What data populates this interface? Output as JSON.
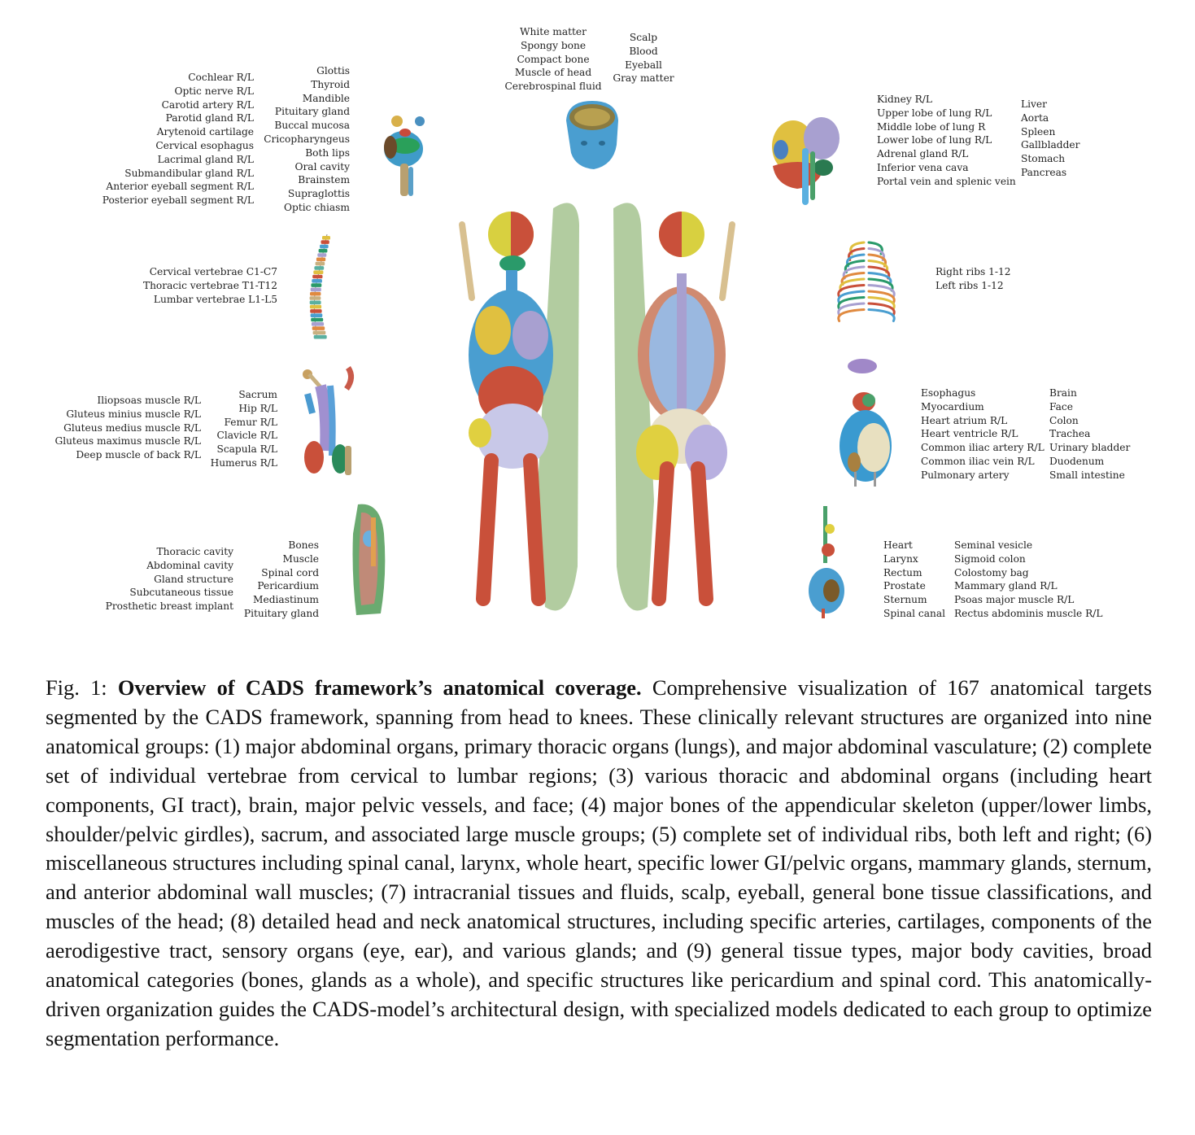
{
  "figure": {
    "groups": {
      "g8a": [
        "Cochlear R/L",
        "Optic nerve R/L",
        "Carotid artery R/L",
        "Parotid gland R/L",
        "Arytenoid cartilage",
        "Cervical esophagus",
        "Lacrimal gland R/L",
        "Submandibular gland R/L",
        "Anterior eyeball segment R/L",
        "Posterior eyeball segment R/L"
      ],
      "g8b": [
        "Glottis",
        "Thyroid",
        "Mandible",
        "Pituitary gland",
        "Buccal mucosa",
        "Cricopharyngeus",
        "Both lips",
        "Oral cavity",
        "Brainstem",
        "Supraglottis",
        "Optic chiasm"
      ],
      "g7a": [
        "White matter",
        "Spongy bone",
        "Compact bone",
        "Muscle of head",
        "Cerebrospinal fluid"
      ],
      "g7b": [
        "Scalp",
        "Blood",
        "Eyeball",
        "Gray matter"
      ],
      "g1a": [
        "Kidney R/L",
        "Upper lobe of lung R/L",
        "Middle lobe of lung R",
        "Lower lobe of lung R/L",
        "Adrenal gland R/L",
        "Inferior vena cava",
        "Portal vein and splenic vein"
      ],
      "g1b": [
        "Liver",
        "Aorta",
        "Spleen",
        "Gallbladder",
        "Stomach",
        "Pancreas"
      ],
      "g2": [
        "Cervical vertebrae C1-C7",
        "Thoracic vertebrae T1-T12",
        "Lumbar vertebrae L1-L5"
      ],
      "g5": [
        "Right ribs 1-12",
        "Left ribs 1-12"
      ],
      "g4a": [
        "Iliopsoas muscle R/L",
        "Gluteus minius muscle R/L",
        "Gluteus medius muscle R/L",
        "Gluteus maximus muscle R/L",
        "Deep muscle of back R/L"
      ],
      "g4b": [
        "Sacrum",
        "Hip R/L",
        "Femur R/L",
        "Clavicle R/L",
        "Scapula R/L",
        "Humerus R/L"
      ],
      "g3a": [
        "Esophagus",
        "Myocardium",
        "Heart atrium R/L",
        "Heart ventricle R/L",
        "Common iliac artery R/L",
        "Common iliac vein R/L",
        "Pulmonary artery"
      ],
      "g3b": [
        "Brain",
        "Face",
        "Colon",
        "Trachea",
        "Urinary bladder",
        "Duodenum",
        "Small intestine"
      ],
      "g9a": [
        "Thoracic cavity",
        "Abdominal cavity",
        "Gland structure",
        "Subcutaneous tissue",
        "Prosthetic breast implant"
      ],
      "g9b": [
        "Bones",
        "Muscle",
        "Spinal cord",
        "Pericardium",
        "Mediastinum",
        "Pituitary gland"
      ],
      "g6a": [
        "Heart",
        "Larynx",
        "Rectum",
        "Prostate",
        "Sternum",
        "Spinal canal"
      ],
      "g6b": [
        "Seminal vesicle",
        "Sigmoid colon",
        "Colostomy bag",
        "Mammary gland R/L",
        "Psoas major muscle R/L",
        "Rectus abdominis muscle R/L"
      ]
    }
  },
  "caption": {
    "prefix": "Fig. 1: ",
    "bold": "Overview of CADS framework’s anatomical coverage.",
    "body": " Comprehensive visualization of 167 anatomical targets segmented by the CADS framework, spanning from head to knees. These clinically relevant structures are organized into nine anatomical groups: (1) major abdominal organs, primary thoracic organs (lungs), and major abdominal vasculature; (2) complete set of individual vertebrae from cervical to lumbar regions; (3) various thoracic and abdominal organs (including heart components, GI tract), brain, major pelvic vessels, and face; (4) major bones of the appendicular skeleton (upper/lower limbs, shoulder/pelvic girdles), sacrum, and associated large muscle groups; (5) complete set of individual ribs, both left and right; (6) miscellaneous structures including spinal canal, larynx, whole heart, specific lower GI/pelvic organs, mammary glands, sternum, and anterior abdominal wall muscles; (7) intracranial tissues and fluids, scalp, eyeball, general bone tissue classifications, and muscles of the head; (8) detailed head and neck anatomical structures, including specific arteries, cartilages, components of the aerodigestive tract, sensory organs (eye, ear), and various glands; and (9) general tissue types, major body cavities, broad anatomical categories (bones, glands as a whole), and specific structures like pericardium and spinal cord. This anatomically-driven organization guides the CADS-model’s architectural design, with specialized models dedicated to each group to optimize segmentation performance."
  }
}
